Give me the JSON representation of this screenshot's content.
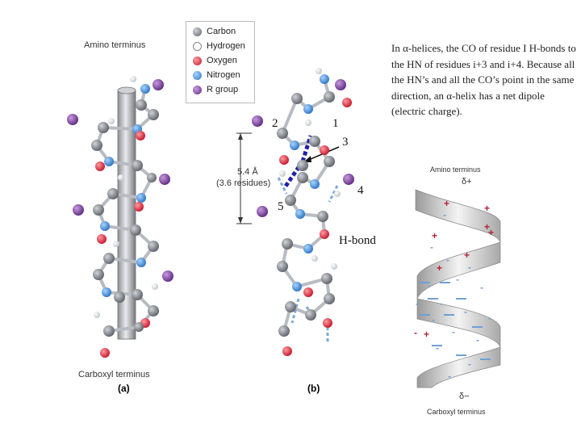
{
  "panel_a": {
    "top_label": "Amino terminus",
    "bottom_label": "Carboxyl terminus",
    "caption": "(a)"
  },
  "legend": {
    "items": [
      {
        "label": "Carbon",
        "color": "#7b7f87"
      },
      {
        "label": "Hydrogen",
        "color": "#ffffff"
      },
      {
        "label": "Oxygen",
        "color": "#e0303a"
      },
      {
        "label": "Nitrogen",
        "color": "#3d8fd6"
      },
      {
        "label": "R group",
        "color": "#7a3a9a"
      }
    ]
  },
  "panel_b": {
    "pitch_value": "5.4 Å",
    "pitch_residues": "(3.6 residues)",
    "caption": "(b)",
    "residue_numbers": [
      "1",
      "2",
      "3",
      "4",
      "5"
    ],
    "hbond_label": "H-bond"
  },
  "panel_c": {
    "top_label": "Amino terminus",
    "top_charge": "δ+",
    "bottom_label": "Carboxyl terminus",
    "bottom_charge": "δ−"
  },
  "note": "In α-helices, the CO of residue I H-bonds to the HN of residues i+3 and i+4. Because all the HN’s and all the CO’s point in the same direction, an α-helix has a net dipole (electric charge)."
}
